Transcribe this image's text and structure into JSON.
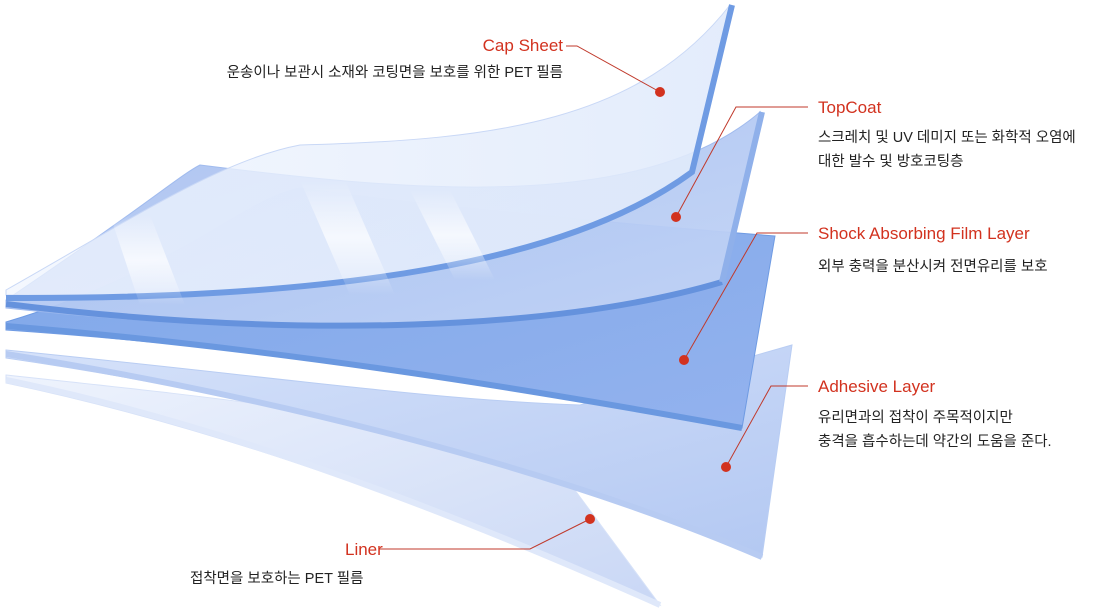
{
  "colors": {
    "accent": "#d2321f",
    "leader": "#c0392b",
    "layer_fill": "#a9bff0",
    "layer_edge": "#5f90dd"
  },
  "layers": [
    {
      "key": "cap",
      "title": "Cap Sheet",
      "desc": [
        "운송이나 보관시 소재와 코팅면을 보호를 위한 PET 필름"
      ]
    },
    {
      "key": "topcoat",
      "title": "TopCoat",
      "desc": [
        "스크레치 및 UV 데미지 또는 화학적 오염에",
        "대한 발수 및 방호코팅층"
      ]
    },
    {
      "key": "shock",
      "title": "Shock Absorbing Film Layer",
      "desc": [
        "외부 충력을 분산시켜 전면유리를 보호"
      ]
    },
    {
      "key": "adhesive",
      "title": "Adhesive Layer",
      "desc": [
        "유리면과의 접착이 주목적이지만",
        "충격을 흡수하는데 약간의 도움을 준다."
      ]
    },
    {
      "key": "liner",
      "title": "Liner",
      "desc": [
        "접착면을 보호하는 PET 필름"
      ]
    }
  ]
}
